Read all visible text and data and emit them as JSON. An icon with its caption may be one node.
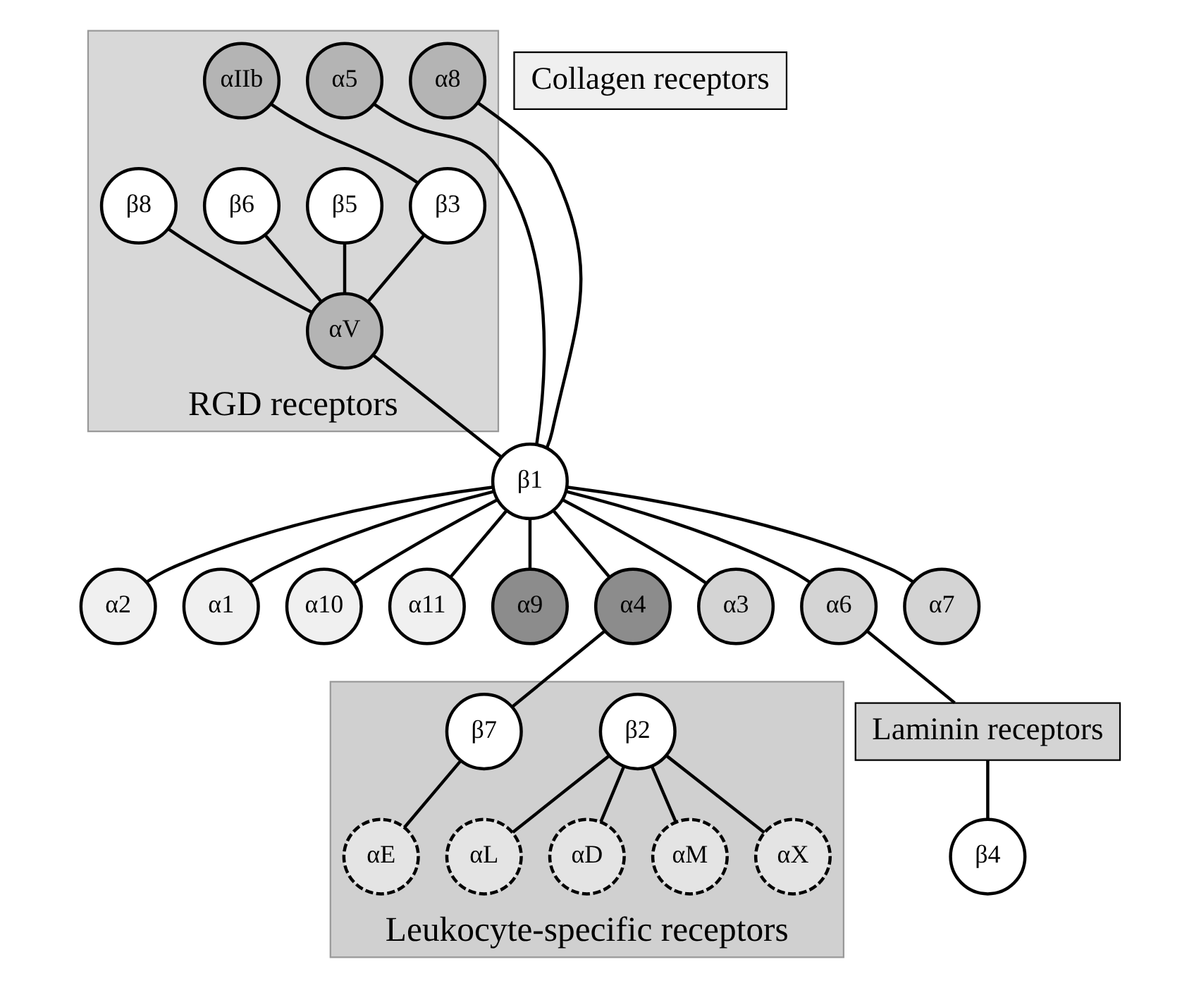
{
  "diagram": {
    "nodes": [
      {
        "text": [
          "RGD receptors"
        ]
      },
      {
        "text": [
          "αIIb"
        ],
        "in": 0
      },
      {
        "text": [
          "Collagen receptors"
        ]
      },
      {
        "text": [
          "Leukocyte-specific receptors"
        ]
      },
      {
        "text": [
          "α2"
        ]
      },
      {
        "text": [
          "α1"
        ]
      },
      {
        "text": [
          "α10"
        ]
      },
      {
        "text": [
          "β3"
        ],
        "in": 0
      },
      {
        "text": [
          "α11"
        ]
      },
      {
        "text": [
          "β2"
        ],
        "in": 3
      },
      {
        "text": [
          "α5"
        ],
        "in": 0
      },
      {
        "text": [
          "β5"
        ],
        "in": 0
      },
      {
        "text": [
          "αV"
        ],
        "in": 0
      },
      {
        "text": [
          "β1"
        ]
      },
      {
        "text": [
          "α9"
        ]
      },
      {
        "text": [
          "αL"
        ],
        "in": 3
      },
      {
        "text": [
          "αD"
        ],
        "in": 3
      },
      {
        "text": [
          "αM"
        ],
        "in": 3
      },
      {
        "text": [
          "αX"
        ],
        "in": 3
      },
      {
        "text": [
          "β6"
        ],
        "in": 0
      },
      {
        "text": [
          "α8"
        ],
        "in": 0
      },
      {
        "text": [
          "α4"
        ]
      },
      {
        "text": [
          "α3"
        ]
      },
      {
        "text": [
          "α6"
        ]
      },
      {
        "text": [
          "α7"
        ]
      },
      {
        "text": [
          "β8"
        ],
        "in": 0
      },
      {
        "text": [
          "β7"
        ],
        "in": 3
      },
      {
        "text": [
          "αE"
        ],
        "in": 3
      },
      {
        "text": [
          "Laminin receptors"
        ]
      },
      {
        "text": [
          "β4"
        ]
      }
    ],
    "edges": [
      {
        "from": 1,
        "to": 7,
        "arrow": "none"
      },
      {
        "from": 7,
        "to": 12,
        "arrow": "none"
      },
      {
        "from": 11,
        "to": 12,
        "arrow": "none"
      },
      {
        "from": 19,
        "to": 12,
        "arrow": "none"
      },
      {
        "from": 25,
        "to": 12,
        "arrow": "none"
      },
      {
        "from": 12,
        "to": 13,
        "arrow": "none"
      },
      {
        "from": 10,
        "to": 13,
        "arrow": "none"
      },
      {
        "from": 20,
        "to": 13,
        "arrow": "none"
      },
      {
        "from": 13,
        "to": 5,
        "arrow": "none"
      },
      {
        "from": 13,
        "to": 4,
        "arrow": "none"
      },
      {
        "from": 13,
        "to": 6,
        "arrow": "none"
      },
      {
        "from": 13,
        "to": 8,
        "arrow": "none"
      },
      {
        "from": 13,
        "to": 14,
        "arrow": "none"
      },
      {
        "from": 13,
        "to": 21,
        "arrow": "none"
      },
      {
        "from": 13,
        "to": 24,
        "arrow": "none"
      },
      {
        "from": 13,
        "to": 23,
        "arrow": "none"
      },
      {
        "from": 13,
        "to": 22,
        "arrow": "none"
      },
      {
        "from": 21,
        "to": 26,
        "arrow": "none"
      },
      {
        "from": 26,
        "to": 27,
        "arrow": "none"
      },
      {
        "from": 9,
        "to": 15,
        "arrow": "none"
      },
      {
        "from": 9,
        "to": 17,
        "arrow": "none"
      },
      {
        "from": 9,
        "to": 18,
        "arrow": "none"
      },
      {
        "from": 9,
        "to": 16,
        "arrow": "none"
      },
      {
        "from": 23,
        "to": 28,
        "arrow": "none"
      },
      {
        "from": 28,
        "to": 29,
        "arrow": "none"
      }
    ]
  }
}
